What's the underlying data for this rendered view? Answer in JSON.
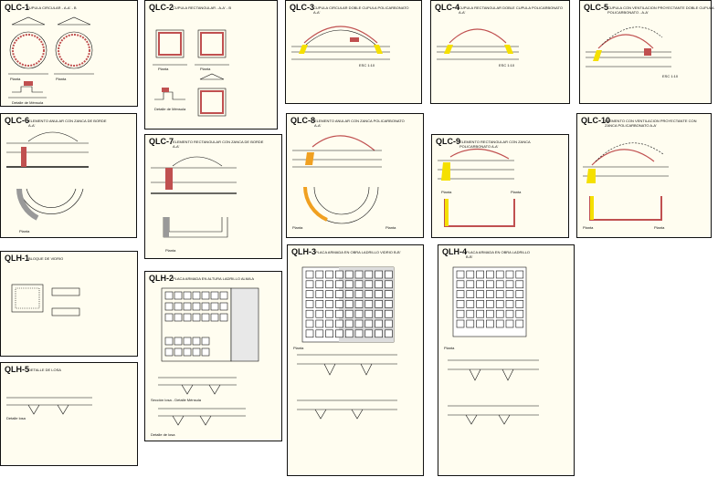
{
  "sheets": [
    {
      "code": "QLC-1",
      "subtitle": "CUPULA CIRCULAR - A-A' - B",
      "labels": [
        "Planta",
        "Planta",
        "Detalle de Ménsula"
      ]
    },
    {
      "code": "QLC-2",
      "subtitle": "CUPULA RECTANGULAR - A-A' - B",
      "labels": [
        "Planta",
        "Planta",
        "Detalle de Ménsula"
      ]
    },
    {
      "code": "QLC-3",
      "subtitle": "CUPULA CIRCULAR DOBLE CUPULA POLICARBONATO\nA-A'",
      "labels": [
        "ESC 1:10"
      ]
    },
    {
      "code": "QLC-4",
      "subtitle": "CUPULA RECTANGULAR DOBLE CUPULA POLICARBONATO\nA-A'",
      "labels": [
        "ESC 1:10"
      ]
    },
    {
      "code": "QLC-5",
      "subtitle": "CUPULA CON VENTILACION PROYECTANTE DOBLE CUPULA\nPOLICARBONATO - A-A'",
      "labels": [
        "ESC 1:10"
      ]
    },
    {
      "code": "QLC-6",
      "subtitle": "ELEMENTO ANULAR CON ZANCA DE BORDE\nA-A'",
      "labels": [
        "Planta"
      ]
    },
    {
      "code": "QLC-7",
      "subtitle": "ELEMENTO RECTANGULAR CON ZANCA DE BORDE\nA-A'",
      "labels": [
        "Planta"
      ]
    },
    {
      "code": "QLC-8",
      "subtitle": "ELEMENTO ANULAR CON ZANCA POLICARBONATO\nA-A'",
      "labels": [
        "Planta",
        "Planta"
      ]
    },
    {
      "code": "QLC-9",
      "subtitle": "ELEMENTO RECTANGULAR CON ZANCA\nPOLICARBONATO A-A'",
      "labels": [
        "Planta",
        "Planta"
      ]
    },
    {
      "code": "QLC-10",
      "subtitle": "ELEMENTO CON VENTILACION PROYECTANTE CON\nZANCA POLICARBONATO A-A'",
      "labels": [
        "Planta",
        "Planta"
      ]
    },
    {
      "code": "QLH-1",
      "subtitle": "BLOQUE DE VIDRIO",
      "labels": []
    },
    {
      "code": "QLH-2",
      "subtitle": "PLACA ARMADA EN ALTURA LADRILLO ALMA A",
      "labels": [
        "Sección losa - Detalle Ménsula",
        "Detalle de losa"
      ]
    },
    {
      "code": "QLH-3",
      "subtitle": "PLACA ARMADA EN OBRA LADRILLO VIDRIO B-B'",
      "labels": [
        "Planta"
      ]
    },
    {
      "code": "QLH-4",
      "subtitle": "PLACA ARMADA EN OBRA LADRILLO\nB-B'",
      "labels": [
        "Planta"
      ]
    },
    {
      "code": "QLH-5",
      "subtitle": "DETALLE DE LOSA",
      "labels": [
        "Detalle losa"
      ]
    }
  ],
  "colors": {
    "paper": "#fffdf0",
    "line": "#111111",
    "brick": "#c05050",
    "yellow": "#f5e000",
    "orange": "#f0a020"
  }
}
